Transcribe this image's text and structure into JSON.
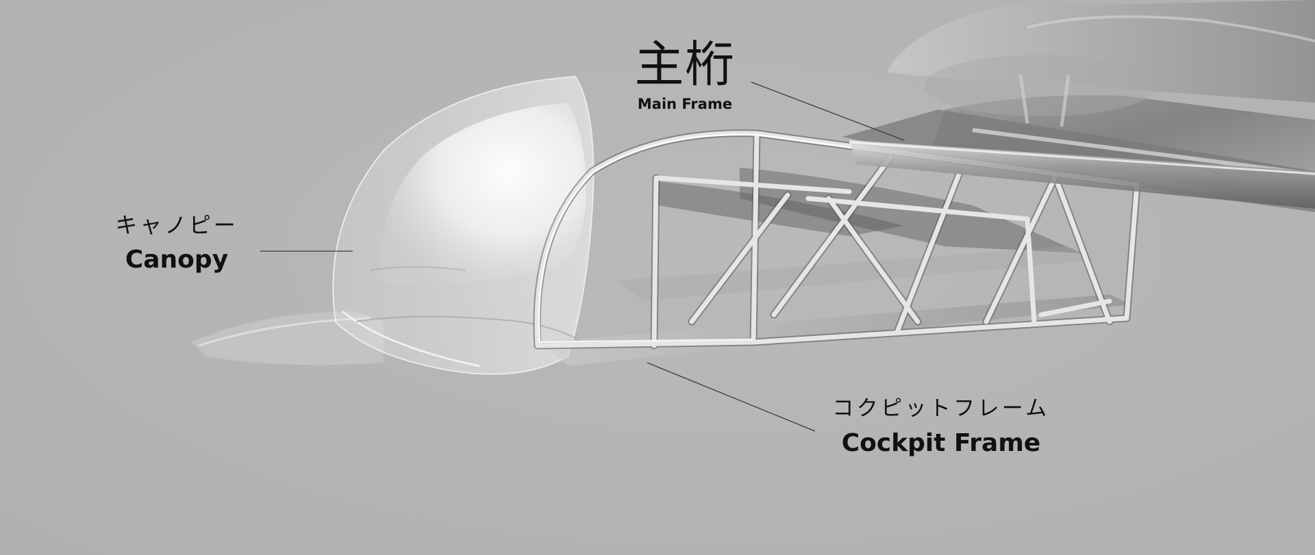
{
  "labels": {
    "main_frame": {
      "ja": "主桁",
      "en": "Main Frame"
    },
    "canopy": {
      "ja": "キャノピー",
      "en": "Canopy"
    },
    "cockpit_frame": {
      "ja": "コクピットフレーム",
      "en": "Cockpit Frame"
    }
  },
  "colors": {
    "background": "#b3b3b3",
    "leader_line": "#3a3a3a",
    "label_text": "#111111",
    "tube_metal": "#d9d9d9"
  }
}
